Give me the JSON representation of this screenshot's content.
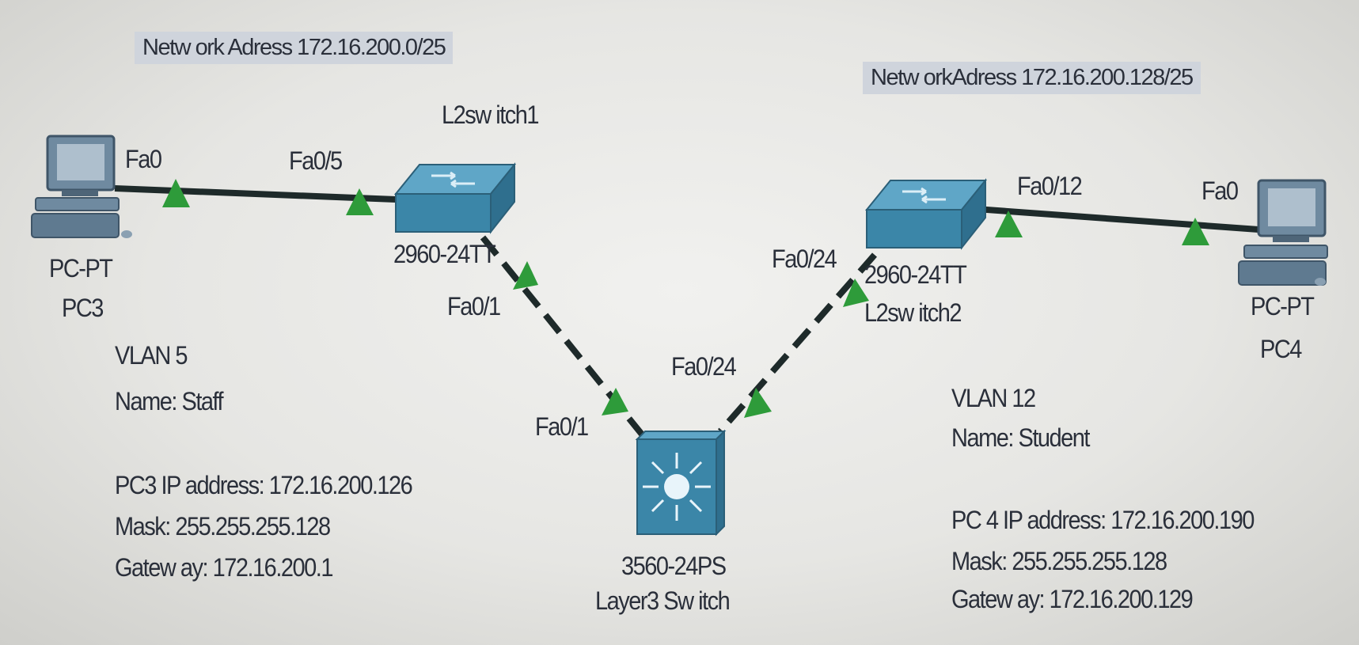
{
  "left_network": {
    "address_label": "Netw ork Adress 172.16.200.0/25",
    "switch_name": "L2sw itch1",
    "switch_model": "2960-24TT",
    "pc_port": "Fa0",
    "switch_pc_port": "Fa0/5",
    "switch_uplink_port": "Fa0/1",
    "pc_type": "PC-PT",
    "pc_name": "PC3",
    "vlan": "VLAN 5",
    "vlan_name": "Name: Staff",
    "ip": "PC3 IP address: 172.16.200.126",
    "mask": "Mask: 255.255.255.128",
    "gateway": "Gatew ay: 172.16.200.1"
  },
  "right_network": {
    "address_label": "Netw orkAdress 172.16.200.128/25",
    "switch_name": "L2sw itch2",
    "switch_model": "2960-24TT",
    "switch_pc_port": "Fa0/12",
    "pc_port": "Fa0",
    "switch_uplink_port": "Fa0/24",
    "pc_type": "PC-PT",
    "pc_name": "PC4",
    "vlan": "VLAN 12",
    "vlan_name": "Name: Student",
    "ip": "PC 4 IP address: 172.16.200.190",
    "mask": "Mask: 255.255.255.128",
    "gateway": "Gatew ay: 172.16.200.129"
  },
  "core": {
    "model": "3560-24PS",
    "name": "Layer3 Sw itch",
    "left_port": "Fa0/1",
    "right_port": "Fa0/24"
  },
  "colors": {
    "link_solid": "#1e2a2a",
    "link_trunk": "#1e2a2a",
    "port_up": "#2e9b3a",
    "switch_blue": "#3b86a8",
    "pc_gray": "#6f8aa0"
  }
}
